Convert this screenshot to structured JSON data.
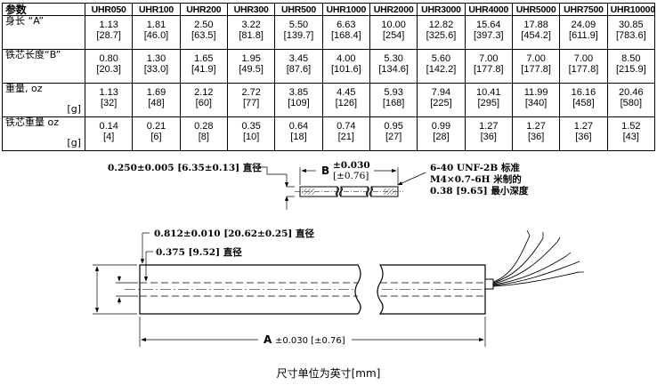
{
  "table": {
    "param_header": "参数",
    "models": [
      "UHR050",
      "UHR100",
      "UHR200",
      "UHR300",
      "UHR500",
      "UHR1000",
      "UHR2000",
      "UHR3000",
      "UHR4000",
      "UHR5000",
      "UHR7500",
      "UHR10000"
    ],
    "rows": [
      {
        "label": "身长 “A”",
        "unit": "",
        "in": [
          "1.13",
          "1.81",
          "2.50",
          "3.22",
          "5.50",
          "6.63",
          "10.00",
          "12.82",
          "15.64",
          "17.88",
          "24.09",
          "30.85"
        ],
        "mm": [
          "[28.7]",
          "[46.0]",
          "[63.5]",
          "[81.8]",
          "[139.7]",
          "[168.4]",
          "[254]",
          "[325.6]",
          "[397.3]",
          "[454.2]",
          "[611.9]",
          "[783.6]"
        ]
      },
      {
        "label": "铁芯长度“B”",
        "unit": "",
        "in": [
          "0.80",
          "1.30",
          "1.65",
          "1.95",
          "3.45",
          "4.00",
          "5.30",
          "5.60",
          "7.00",
          "7.00",
          "7.00",
          "8.50"
        ],
        "mm": [
          "[20.3]",
          "[33.0]",
          "[41.9]",
          "[49.5]",
          "[87.6]",
          "[101.6]",
          "[134.6]",
          "[142.2]",
          "[177.8]",
          "[177.8]",
          "[177.8]",
          "[215.9]"
        ]
      },
      {
        "label": "重量, oz",
        "unit": "[g]",
        "in": [
          "1.13",
          "1.69",
          "2.12",
          "2.72",
          "3.85",
          "4.45",
          "5.93",
          "7.94",
          "10.41",
          "11.99",
          "16.16",
          "20.46"
        ],
        "mm": [
          "[32]",
          "[48]",
          "[60]",
          "[77]",
          "[109]",
          "[126]",
          "[168]",
          "[225]",
          "[295]",
          "[340]",
          "[458]",
          "[580]"
        ]
      },
      {
        "label": "铁芯重量 oz",
        "unit": "[g]",
        "in": [
          "0.14",
          "0.21",
          "0.28",
          "0.35",
          "0.64",
          "0.74",
          "0.95",
          "0.99",
          "1.27",
          "1.27",
          "1.27",
          "1.52"
        ],
        "mm": [
          "[4]",
          "[6]",
          "[8]",
          "[10]",
          "[18]",
          "[21]",
          "[27]",
          "[28]",
          "[36]",
          "[36]",
          "[36]",
          "[43]"
        ]
      }
    ]
  },
  "drawing": {
    "core_dia": "0.250±0.005 [6.35±0.13] 直径",
    "b_label": "B",
    "b_tol": "±0.030",
    "b_tol_mm": "[±0.76]",
    "thread_line1": "6-40 UNF-2B 标准",
    "thread_line2": "M4×0.7-6H  米制的",
    "thread_line3": "0.38 [9.65]  最小深度",
    "body_dia": "0.812±0.010 [20.62±0.25] 直径",
    "bore_dia": "0.375 [9.52]  直径",
    "a_label": "A",
    "a_tol": "±0.030 [±0.76]"
  },
  "caption": "尺寸单位为英寸[mm]"
}
